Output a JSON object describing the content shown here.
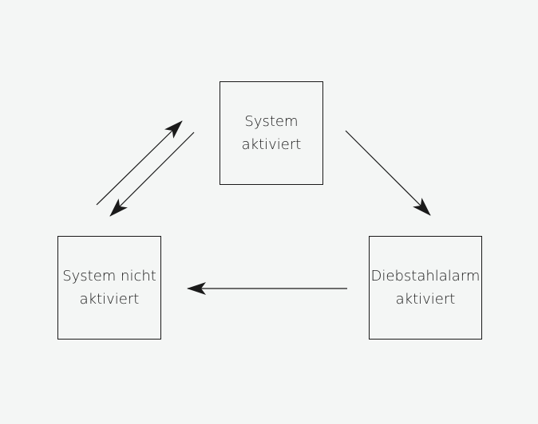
{
  "diagram": {
    "states": {
      "active": {
        "line1": "System",
        "line2": "aktiviert"
      },
      "inactive": {
        "line1": "System nicht",
        "line2": "aktiviert"
      },
      "alarm": {
        "line1": "Diebstahlalarm",
        "line2": "aktiviert"
      }
    },
    "transitions": [
      {
        "from": "inactive",
        "to": "active"
      },
      {
        "from": "active",
        "to": "inactive"
      },
      {
        "from": "active",
        "to": "alarm"
      },
      {
        "from": "alarm",
        "to": "inactive"
      }
    ],
    "colors": {
      "background": "#f4f6f5",
      "stroke": "#1a1a1a"
    }
  }
}
